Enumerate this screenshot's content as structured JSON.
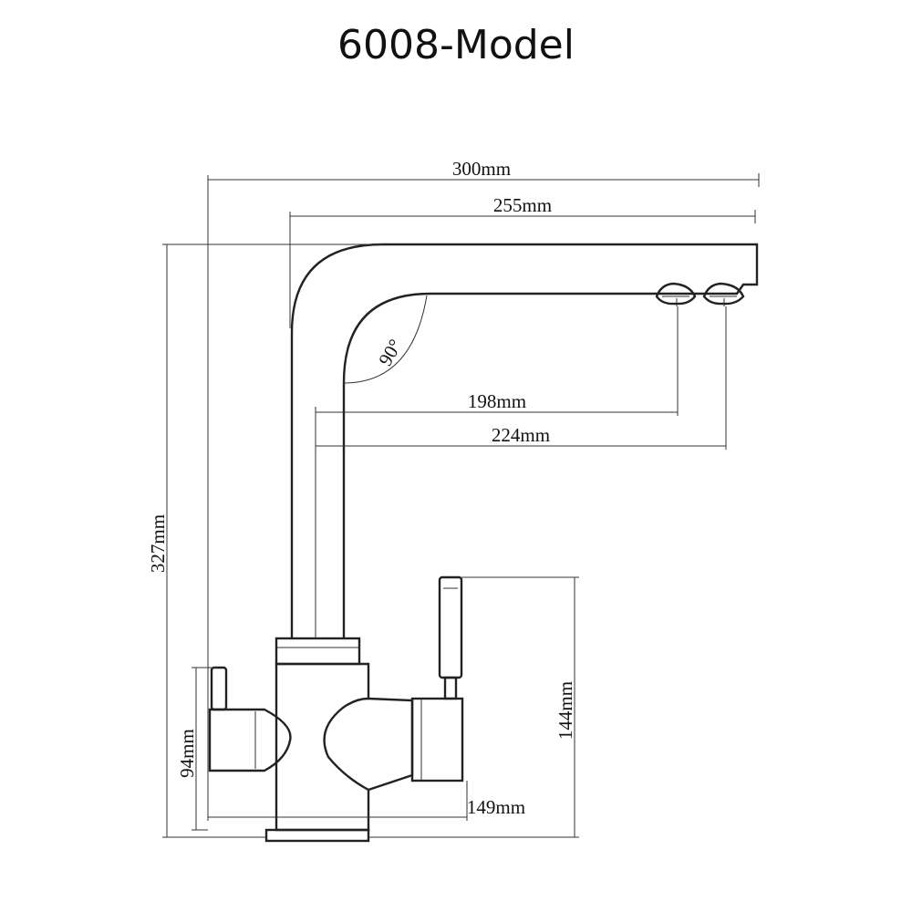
{
  "title": "6008-Model",
  "dimensions": {
    "overall_width": "300mm",
    "spout_reach": "255mm",
    "outlet_1_reach": "198mm",
    "outlet_2_reach": "224mm",
    "overall_height": "327mm",
    "body_height": "94mm",
    "handle_height": "144mm",
    "base_width": "149mm",
    "spout_angle": "90°"
  }
}
